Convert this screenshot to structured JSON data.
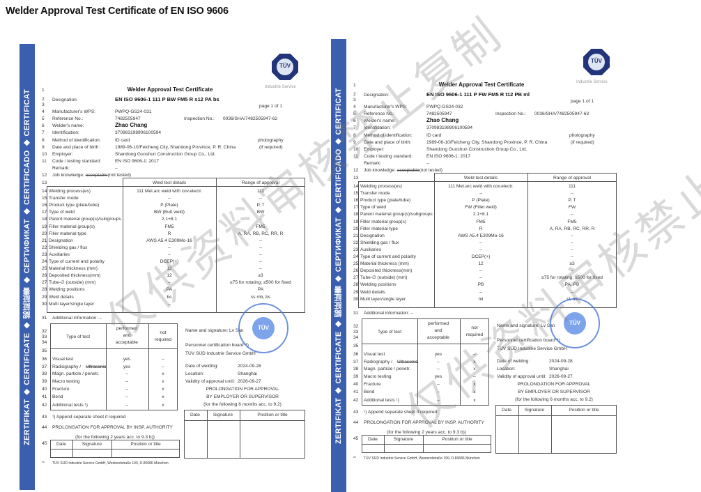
{
  "page_title": "Welder Approval Test Certificate of EN ISO 9606",
  "band_text": "ZERTIFIKAT ◆ CERTIFICATE ◆ 認証証書 ◆ СЕРТИФИКАТ ◆ CERTIFICADO ◆ CERTIFICAT",
  "watermark": "仅供资料审核禁止复制",
  "labels": {
    "cert_title": "Welder Approval Test Certificate",
    "logo": "TÜV",
    "logo_sub": "Industrie Service",
    "designation": "Designation:",
    "page": "page 1 of 1",
    "wps": "Manufacturer's WPS:",
    "reference": "Reference No.:",
    "inspection": "Inspection No.:",
    "welder": "Welder's name:",
    "identification": "Identification:",
    "method": "Method of identification:",
    "photography": "photography",
    "if_required": "(if required)",
    "birth": "Date and place of birth:",
    "employer": "Employer:",
    "code": "Code / testing standard:",
    "remark": "Remark:",
    "job_knowledge": "Job knowledge:",
    "job_struck": "acceptable",
    "job_rest": "(not tested)",
    "col_details": "Weld test details",
    "col_range": "Range of approval",
    "additional_info": "Additional information: –",
    "type_of_test": "Type of test",
    "performed": "performed",
    "and": "and",
    "acceptable": "acceptable",
    "not": "not",
    "required": "required",
    "name_signature": "Name and signature: Lv San",
    "personnel_board": "Personnel certification board**)",
    "tuv_gmbh": "TÜV SÜD Industrie Service GmbH",
    "date_welding": "Date of welding:",
    "location": "Location:",
    "validity": "Validity of approval until:",
    "prolong_emp_1": "PROLONGATION FOR APPROVAL",
    "prolong_emp_2": "BY EMPLOYER OR SUPERVISOR",
    "prolong_emp_3": "(for the following 6 months acc. to 9.2)",
    "append": "¹) Append separate sheet if required",
    "prolong_insp": "PROLONGATION FOR APPROVAL BY INSP. AUTHORITY",
    "prolong_insp_2": "(for the following 2 years acc. to 9.3 b))",
    "date": "Date",
    "signature": "Signature",
    "position": "Position or title",
    "footer_mark": "**",
    "footer": "TÜV SÜD Industrie Service GmbH, Westendstraße 199, D-80686 München",
    "stamp": "TÜV"
  },
  "param_labels": [
    "Welding process(es)",
    "Transfer mode",
    "Product type (plate/tube)",
    "Type of weld",
    "Parent material group(s)/subgroups",
    "Filler material group(s)",
    "Filler material type",
    "Designation",
    "Shielding gas / flux",
    "Auxiliaries",
    "Type of current and polarity",
    "Material thickness (mm)",
    "Deposited thickness(mm)",
    "Tube-∅ (outside) (mm)",
    "Welding positions",
    "Weld details",
    "Multi layer/single layer"
  ],
  "test_labels": [
    "Visual test",
    "Radiography / ",
    "Magn. particle / penetr.",
    "Macro testing",
    "Fracture",
    "Bend",
    "Additional tests ¹)"
  ],
  "radiography_struck": "Ultrasonic",
  "certificates": [
    {
      "designation": "EN ISO 9606-1 111 P BW FM5 R s12 PA bs",
      "wps": "PWPQ-GS24-031",
      "reference": "7482505947",
      "inspection": "0036/SHA/7482505947-62",
      "welder": "Zhao Chang",
      "identification": "370983198906100594",
      "method": "ID card",
      "birth": "1989-06-10/Feicheng City, Shandong Province, P. R. China",
      "employer": "Shandong Guoshun Construction Group Co., Ltd.",
      "code": "EN ISO 9606-1: 2017",
      "remark": "–",
      "details": [
        "111 Met.arc weld with cov.electr.",
        "–",
        "P  (Plate)",
        "BW  (Butt weld)",
        "2.1+8.1",
        "FM5",
        "R",
        "AWS A5.4 E309Mo-16",
        "–",
        "–",
        "DCEP(+)",
        "12",
        "12",
        "–",
        "PA",
        "bs",
        "–"
      ],
      "range": [
        "111",
        "–",
        "P, T",
        "BW",
        "–",
        "FM5",
        "A, RA, RB, RC, RR, R",
        "–",
        "–",
        "–",
        "–",
        "–",
        "≥3",
        "≥75 for rotating;  ≥500 for fixed",
        "PA",
        "ss mb, bs",
        "–"
      ],
      "tests": [
        [
          "yes",
          "–"
        ],
        [
          "yes",
          "–"
        ],
        [
          "–",
          "x"
        ],
        [
          "–",
          "x"
        ],
        [
          "–",
          "x"
        ],
        [
          "–",
          "x"
        ],
        [
          "–",
          "x"
        ]
      ],
      "date_welding": "2024-09-28",
      "location": "Shanghai",
      "validity": "2026-09-27"
    },
    {
      "designation": "EN ISO 9606-1 111 P FW FM5 R t12 PB ml",
      "wps": "PWPQ-GS24-032",
      "reference": "7482505947",
      "inspection": "0036/SHA/7482505947-63",
      "welder": "Zhao Chang",
      "identification": "370983198906100594",
      "method": "ID card",
      "birth": "1989-06-10/Feicheng City, Shandong Province, P. R. China",
      "employer": "Shandong Guoshun Construction Group Co., Ltd.",
      "code": "EN ISO 9606-1: 2017",
      "remark": "–",
      "details": [
        "111 Met.arc weld with cov.electr.",
        "–",
        "P  (Plate)",
        "FW  (Fillet weld)",
        "2.1+8.1",
        "FM5",
        "R",
        "AWS A5.4 E309Mo-16",
        "–",
        "–",
        "DCEP(+)",
        "12",
        "–",
        "–",
        "PB",
        "–",
        "ml"
      ],
      "range": [
        "111",
        "–",
        "P, T",
        "FW",
        "–",
        "FM5",
        "A, RA, RB, RC, RR, R",
        "–",
        "–",
        "–",
        "–",
        "≥3",
        "–",
        "≥75 for rotating;  ≥500 for fixed",
        "PA, PB",
        "–",
        "sl, ml"
      ],
      "tests": [
        [
          "yes",
          "–"
        ],
        [
          "–",
          "x"
        ],
        [
          "–",
          "x"
        ],
        [
          "yes",
          "–"
        ],
        [
          "–",
          "x"
        ],
        [
          "–",
          "x"
        ],
        [
          "–",
          "x"
        ]
      ],
      "date_welding": "2024-09-28",
      "location": "Shanghai",
      "validity": "2026-09-27"
    }
  ]
}
